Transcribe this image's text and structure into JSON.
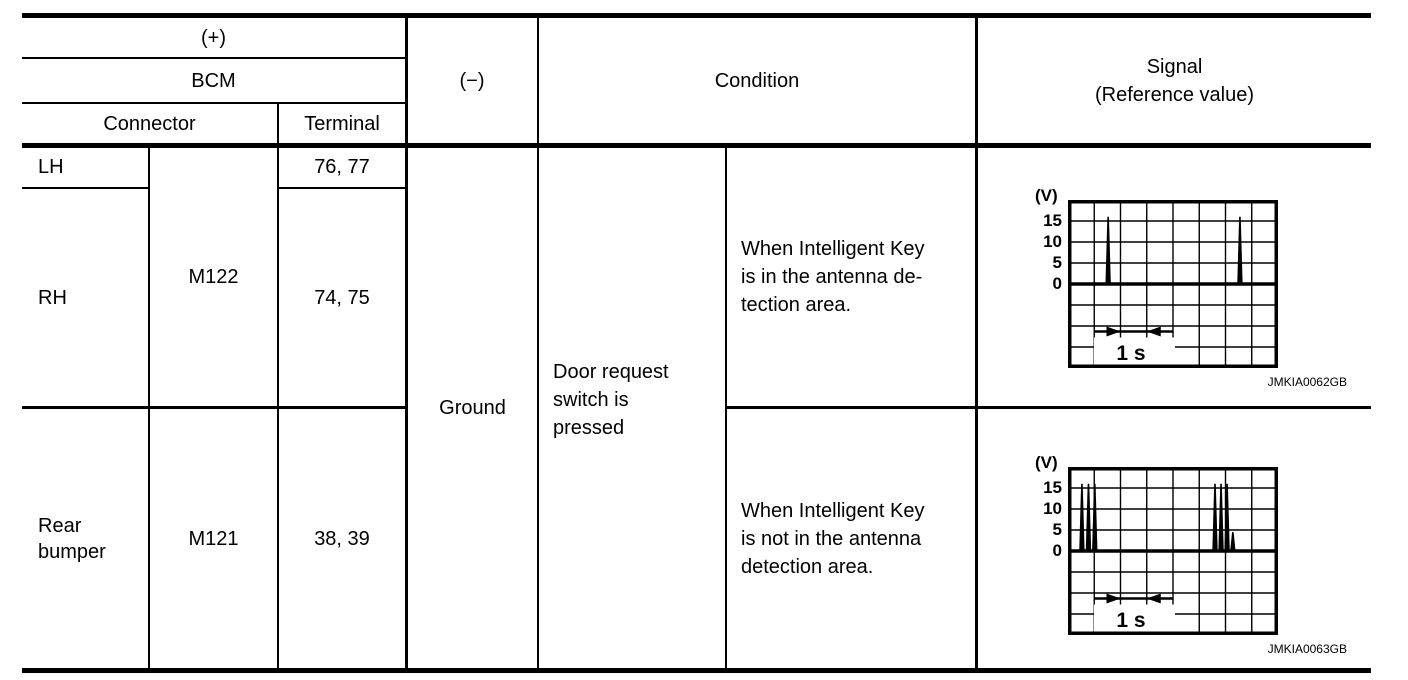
{
  "table": {
    "header": {
      "plus": "(+)",
      "bcm": "BCM",
      "connector": "Connector",
      "terminal": "Terminal",
      "minus": "(−)",
      "condition": "Condition",
      "signal": [
        "Signal",
        "(Reference value)"
      ]
    },
    "body": {
      "locations": [
        {
          "label": "LH",
          "terminal": "76, 77"
        },
        {
          "label": "RH",
          "terminal": "74, 75"
        },
        {
          "label": "Rear bumper",
          "terminal": "38, 39"
        }
      ],
      "connectors": [
        "M122",
        "M121"
      ],
      "minus_value": "Ground",
      "condition_main_lines": [
        "Door request",
        "switch is",
        "pressed"
      ],
      "sub_conditions": [
        [
          "When Intelligent Key",
          "is in the antenna de-",
          "tection area."
        ],
        [
          "When Intelligent Key",
          "is not in the antenna",
          "detection area."
        ]
      ]
    }
  },
  "scopes": [
    {
      "type": "oscilloscope",
      "id": "JMKIA0062GB",
      "v_label": "(V)",
      "y_ticks": [
        "15",
        "10",
        "5",
        "0"
      ],
      "y_unit_volts_per_div": 5,
      "grid": {
        "cols": 8,
        "rows": 8,
        "zero_row": 4
      },
      "time_label": "1 s",
      "spike_groups": [
        [
          {
            "x": 1.53,
            "v": 16
          }
        ],
        [
          {
            "x": 6.55,
            "v": 16
          }
        ]
      ]
    },
    {
      "type": "oscilloscope",
      "id": "JMKIA0063GB",
      "v_label": "(V)",
      "y_ticks": [
        "15",
        "10",
        "5",
        "0"
      ],
      "y_unit_volts_per_div": 5,
      "grid": {
        "cols": 8,
        "rows": 8,
        "zero_row": 4
      },
      "time_label": "1 s",
      "spike_groups": [
        [
          {
            "x": 0.53,
            "v": 16
          },
          {
            "x": 0.78,
            "v": 16
          },
          {
            "x": 1.02,
            "v": 16
          }
        ],
        [
          {
            "x": 5.6,
            "v": 16
          },
          {
            "x": 5.83,
            "v": 16
          },
          {
            "x": 6.06,
            "v": 16
          },
          {
            "x": 6.28,
            "v": 4.5
          }
        ]
      ]
    }
  ]
}
